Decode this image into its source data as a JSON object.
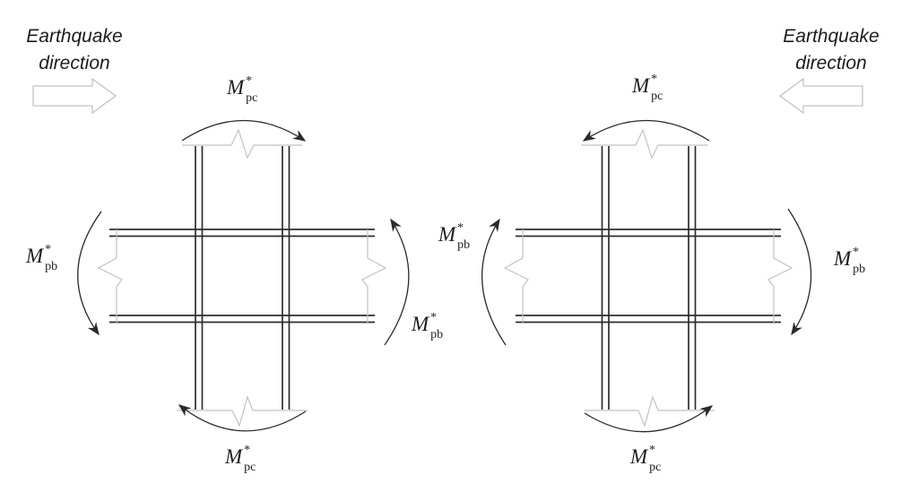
{
  "figure": {
    "background": "#ffffff",
    "description_icons": {
      "left_diagram": "beam-column-joint-cross",
      "right_diagram": "beam-column-joint-cross"
    }
  },
  "colors": {
    "member_line": "#2d2d2d",
    "arc_line": "#2b2b2b",
    "break_line": "#c2c2c2",
    "block_arrow_outline": "#c2c2c2",
    "text": "#1c1c1c"
  },
  "earthquake_left": {
    "line1": "Earthquake",
    "line2": "direction",
    "arrow_icon": "block-arrow-right"
  },
  "earthquake_right": {
    "line1": "Earthquake",
    "line2": "direction",
    "arrow_icon": "block-arrow-left"
  },
  "moment_labels": {
    "column": {
      "symbol": "M",
      "sup": "*",
      "sub": "pc"
    },
    "beam": {
      "symbol": "M",
      "sup": "*",
      "sub": "pb"
    }
  }
}
